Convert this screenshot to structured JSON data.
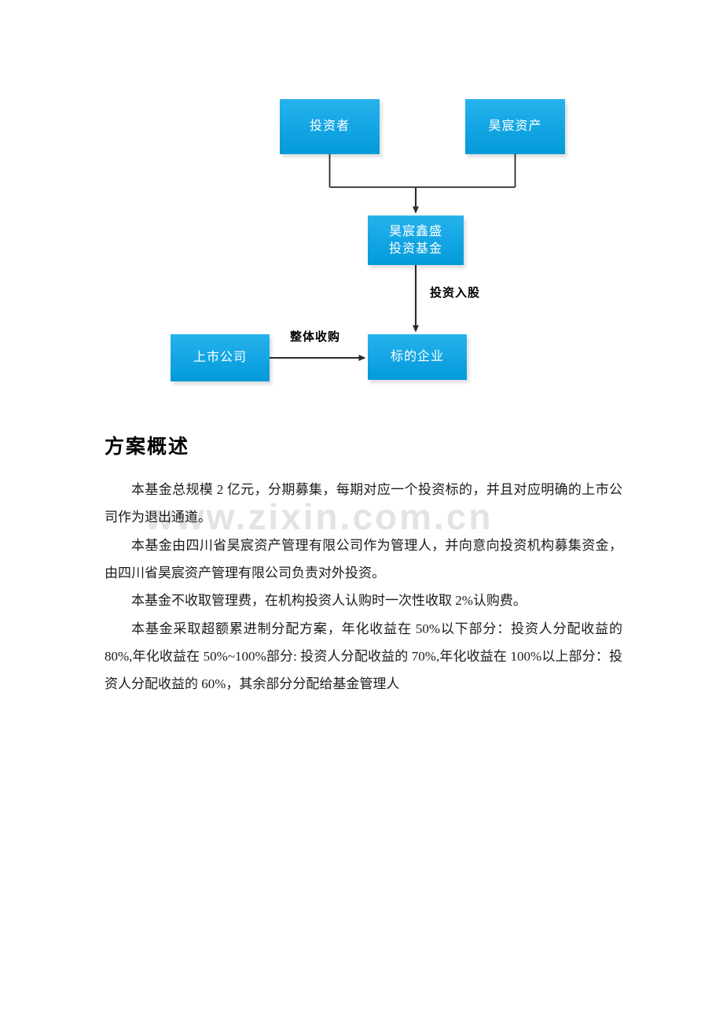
{
  "diagram": {
    "nodes": {
      "investor": "投资者",
      "haochen_asset": "昊宸资产",
      "fund_line1": "昊宸鑫盛",
      "fund_line2": "投资基金",
      "listed_company": "上市公司",
      "target_enterprise": "标的企业"
    },
    "edge_labels": {
      "invest_shares": "投资入股",
      "whole_acquisition": "整体收购"
    },
    "colors": {
      "node_fill_top": "#27b3ec",
      "node_fill_bottom": "#039ad8",
      "node_text": "#ffffff",
      "connector": "#2b2b2b"
    }
  },
  "article": {
    "heading": "方案概述",
    "paragraphs": [
      "本基金总规模 2 亿元，分期募集，每期对应一个投资标的，并且对应明确的上市公司作为退出通道。",
      "本基金由四川省昊宸资产管理有限公司作为管理人，并向意向投资机构募集资金，由四川省昊宸资产管理有限公司负责对外投资。",
      "本基金不收取管理费，在机构投资人认购时一次性收取 2%认购费。",
      "本基金采取超额累进制分配方案，年化收益在 50%以下部分：投资人分配收益的 80%,年化收益在 50%~100%部分: 投资人分配收益的 70%,年化收益在 100%以上部分：投资人分配收益的 60%，其余部分分配给基金管理人"
    ]
  },
  "watermark": {
    "text": "www.zixin.com.cn",
    "color": "#e3e3e6"
  }
}
